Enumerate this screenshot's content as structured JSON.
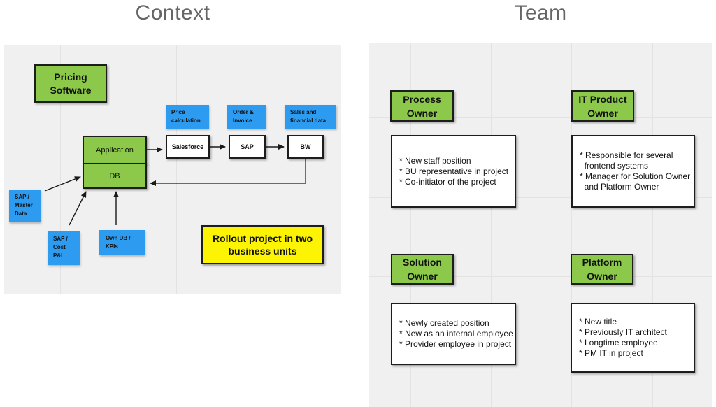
{
  "titles": {
    "left": "Context",
    "right": "Team"
  },
  "colors": {
    "green": "#8CC84A",
    "blue": "#2D9BF0",
    "yellow": "#FCF403",
    "board_bg": "#F0F0F0",
    "grid_line": "#E3E3E3",
    "border_dark": "#1D1D1D",
    "title_gray": "#666666"
  },
  "context_board": {
    "pricing_software": "Pricing\nSoftware",
    "application": "Application",
    "db": "DB",
    "price_calculation": "Price\ncalculation",
    "order_invoice": "Order &\nInvoice",
    "sales_financial": "Sales and\nfinancial data",
    "salesforce": "Salesforce",
    "sap": "SAP",
    "bw": "BW",
    "sap_master": "SAP /\nMaster\nData",
    "sap_cost": "SAP /\nCost\nP&L",
    "own_db": "Own DB /\nKPIs",
    "rollout_note": "Rollout project in two\nbusiness units"
  },
  "team_board": {
    "roles": [
      {
        "title": "Process\nOwner",
        "points": [
          "* New staff position",
          "* BU representative in project",
          "* Co-initiator of the project"
        ]
      },
      {
        "title": "IT Product\nOwner",
        "points": [
          "* Responsible for several",
          "  frontend systems",
          "* Manager for Solution Owner",
          "  and Platform Owner"
        ]
      },
      {
        "title": "Solution\nOwner",
        "points": [
          "* Newly created position",
          "* New as an internal employee",
          "* Provider employee in project"
        ]
      },
      {
        "title": "Platform\nOwner",
        "points": [
          "* New title",
          "* Previously IT architect",
          "* Longtime employee",
          "* PM IT in project"
        ]
      }
    ]
  }
}
